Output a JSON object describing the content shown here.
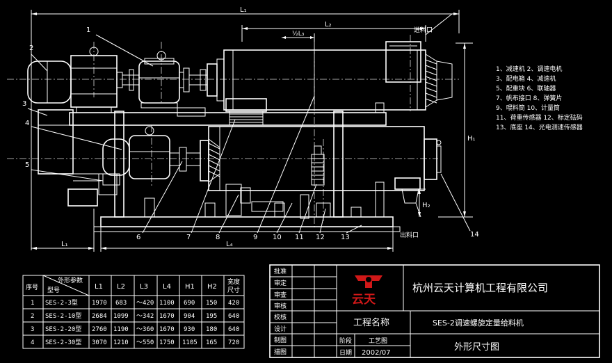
{
  "drawing": {
    "dims": {
      "L1": "L₁",
      "L2": "L₂",
      "L3": "½L₃",
      "L4": "L₄",
      "H1": "H₁",
      "H2": "H₂"
    },
    "inlet_label": "进料口",
    "outlet_label": "出料口",
    "callouts": [
      "1",
      "2",
      "3",
      "4",
      "5",
      "6",
      "7",
      "8",
      "9",
      "10",
      "11",
      "12",
      "13",
      "14"
    ]
  },
  "legend": [
    "1、减速机   2、调速电机",
    "3、配电箱   4、减速机",
    "5、配重块     6、联轴器",
    "7、帆布接口   8、弹簧片",
    "9、喂料筒      10、计量筒",
    "11、荷重传感器  12、标定砝码",
    "13、底座    14、光电测速传感器"
  ],
  "table": {
    "header_top": "外形参数",
    "header_seq": "序号",
    "header_model": "型号",
    "columns": [
      "L1",
      "L2",
      "L3",
      "L4",
      "H1",
      "H2"
    ],
    "header_width": [
      "宽度",
      "尺寸"
    ],
    "rows": [
      {
        "seq": "1",
        "model": "SES-2-3型",
        "L1": "1970",
        "L2": "683",
        "L3": "～420",
        "L4": "1100",
        "H1": "690",
        "H2": "150",
        "W": "420"
      },
      {
        "seq": "2",
        "model": "SES-2-10型",
        "L1": "2684",
        "L2": "1099",
        "L3": "～342",
        "L4": "1670",
        "H1": "904",
        "H2": "195",
        "W": "640"
      },
      {
        "seq": "3",
        "model": "SES-2-20型",
        "L1": "2760",
        "L2": "1190",
        "L3": "～360",
        "L4": "1670",
        "H1": "930",
        "H2": "180",
        "W": "640"
      },
      {
        "seq": "4",
        "model": "SES-2-30型",
        "L1": "3070",
        "L2": "1210",
        "L3": "～550",
        "L4": "1750",
        "H1": "1105",
        "H2": "165",
        "W": "720"
      }
    ]
  },
  "title_block": {
    "roles": [
      "批准",
      "审定",
      "审查",
      "审核",
      "校核",
      "设计",
      "制图",
      "描图"
    ],
    "logo_text": "云天",
    "company": "杭州云天计算机工程有限公司",
    "project_label": "工程名称",
    "project_name": "SES-2调速螺旋定量给料机",
    "stage_label": "阶段",
    "stage_value": "工艺图",
    "date_label": "日期",
    "date_value": "2002/07",
    "drawing_title": "外形尺寸图"
  },
  "colors": {
    "background": "#000000",
    "lines": "#ffffff",
    "logo": "#d01818"
  }
}
